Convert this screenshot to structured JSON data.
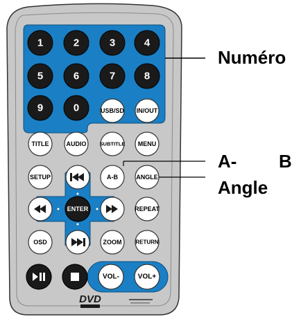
{
  "callouts": {
    "numero": "Numéro",
    "a": "A-",
    "b": "B",
    "angle": "Angle"
  },
  "number_keys": [
    "1",
    "2",
    "3",
    "4",
    "5",
    "6",
    "7",
    "8",
    "9",
    "0"
  ],
  "keys": {
    "usb_sd": "USB/SD",
    "in_out": "IN/OUT",
    "title": "TITLE",
    "audio": "AUDIO",
    "subtitle": "SUBTITLE",
    "menu": "MENU",
    "setup": "SETUP",
    "a_b": "A-B",
    "angle": "ANGLE",
    "enter": "ENTER",
    "repeat": "REPEAT",
    "osd": "OSD",
    "zoom": "ZOOM",
    "return": "RETURN",
    "vol_minus": "VOL-",
    "vol_plus": "VOL+"
  },
  "icons": {
    "prev": "skip-previous-icon",
    "next": "skip-next-icon",
    "rewind": "rewind-icon",
    "forward": "fast-forward-icon",
    "play_pause": "play-pause-icon",
    "stop": "stop-icon",
    "dvd_logo": "dvd-video-logo"
  },
  "colors": {
    "body": "#c8c8c8",
    "blue": "#1a7fc4",
    "key_black": "#1a1a1a",
    "key_white": "#ffffff"
  }
}
